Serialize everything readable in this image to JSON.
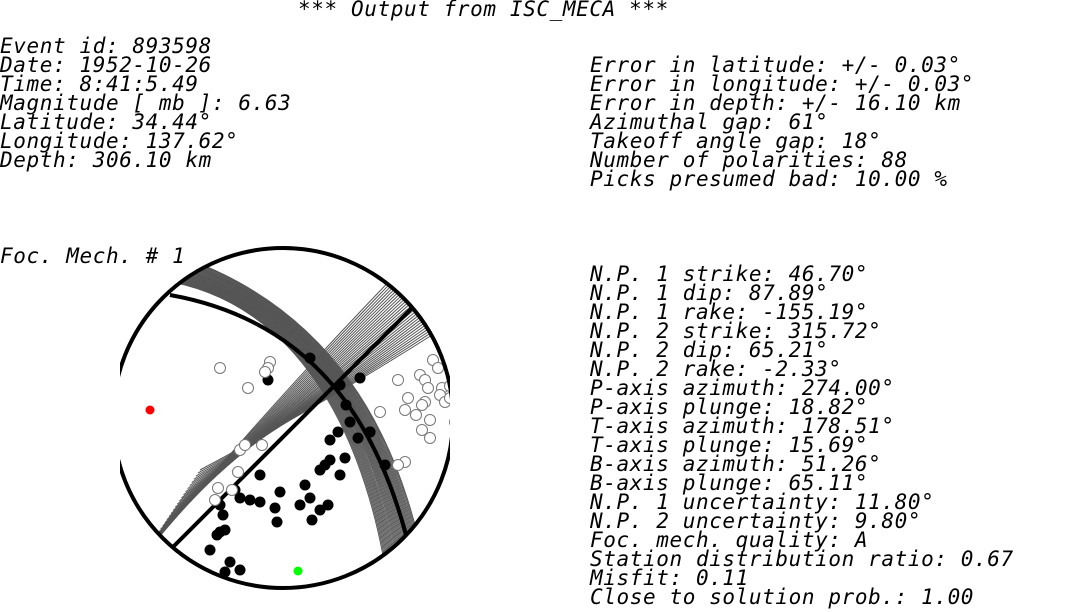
{
  "title": "*** Output from ISC_MECA ***",
  "event": {
    "id_line": "Event id: 893598",
    "date_line": "Date: 1952-10-26",
    "time_line": "Time: 8:41:5.49",
    "magnitude_line": "Magnitude [ mb ]: 6.63",
    "latitude_line": "Latitude: 34.44°",
    "longitude_line": "Longitude: 137.62°",
    "depth_line": "Depth: 306.10 km"
  },
  "errors": {
    "err_lat_line": "Error in latitude: +/- 0.03°",
    "err_lon_line": "Error in longitude: +/- 0.03°",
    "err_depth_line": "Error in depth: +/- 16.10 km",
    "az_gap_line": "Azimuthal gap: 61°",
    "takeoff_gap_line": "Takeoff angle gap: 18°",
    "num_pol_line": "Number of polarities: 88",
    "picks_bad_line": "Picks presumed bad: 10.00 %"
  },
  "mechanism": {
    "label": "Foc. Mech. # 1",
    "lines": [
      "N.P. 1 strike: 46.70°",
      "N.P. 1 dip: 87.89°",
      "N.P. 1 rake: -155.19°",
      "N.P. 2 strike: 315.72°",
      "N.P. 2 dip: 65.21°",
      "N.P. 2 rake: -2.33°",
      "P-axis azimuth: 274.00°",
      "P-axis plunge: 18.82°",
      "T-axis azimuth: 178.51°",
      "T-axis plunge: 15.69°",
      "B-axis azimuth: 51.26°",
      "B-axis plunge: 65.11°",
      "N.P. 1 uncertainty: 11.80°",
      "N.P. 2 uncertainty: 9.80°",
      "Foc. mech. quality: A",
      "Station distribution ratio: 0.67",
      "Misfit: 0.11",
      "Close to solution prob.: 1.00"
    ]
  },
  "colors": {
    "p_axis": "#ff0000",
    "t_axis": "#00ff00",
    "compression": "#000000",
    "dilatation": "#ffffff",
    "alt_planes": "#555555"
  }
}
